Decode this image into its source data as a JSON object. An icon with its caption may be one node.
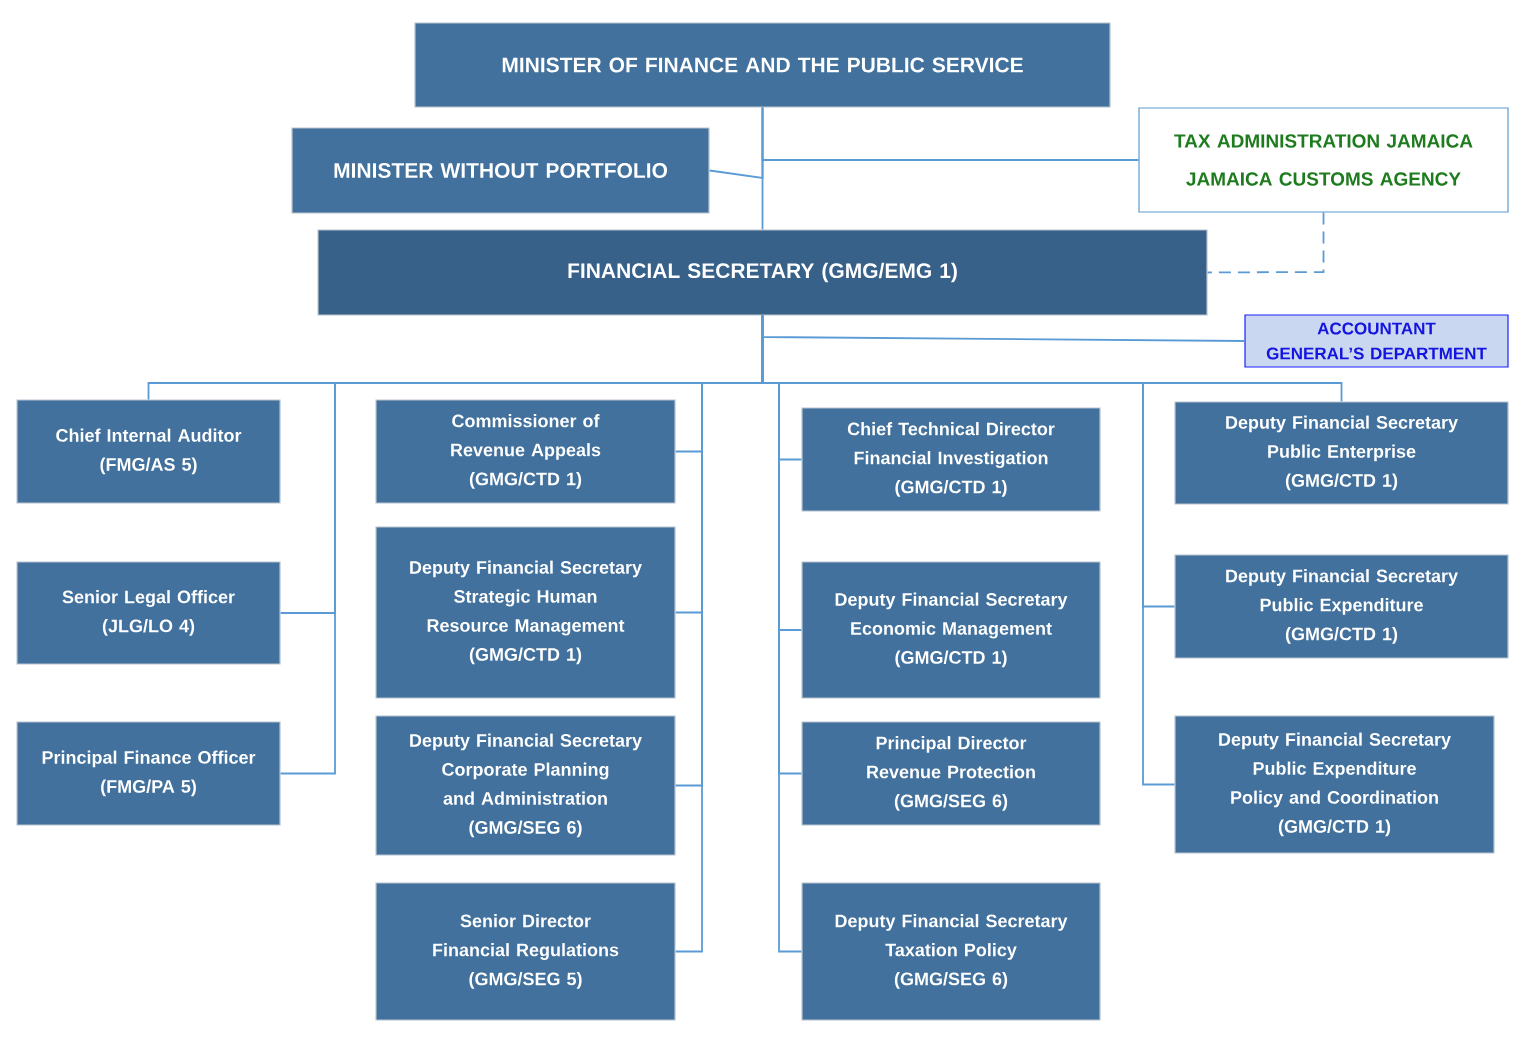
{
  "diagram": {
    "nodes": [
      {
        "text": [
          "MINISTER OF FINANCE AND THE PUBLIC SERVICE"
        ]
      },
      {
        "text": [
          "MINISTER WITHOUT PORTFOLIO"
        ]
      },
      {
        "text": [
          "TAX ADMINISTRATION JAMAICA",
          "JAMAICA CUSTOMS AGENCY"
        ]
      },
      {
        "text": [
          "FINANCIAL SECRETARY (GMG/EMG 1)"
        ]
      },
      {
        "text": [
          "ACCOUNTANT GENERAL’S DEPARTMENT"
        ]
      },
      {
        "text": [
          "Chief Internal Auditor",
          "(FMG/AS 5)"
        ]
      },
      {
        "text": [
          "Senior Legal Officer",
          "(JLG/LO 4)"
        ]
      },
      {
        "text": [
          "Principal Finance Officer",
          "(FMG/PA 5)"
        ]
      },
      {
        "text": [
          "Commissioner of Revenue Appeals",
          "(GMG/CTD 1)"
        ]
      },
      {
        "text": [
          "Deputy Financial Secretary",
          "Strategic Human Resource Management",
          "(GMG/CTD 1)"
        ]
      },
      {
        "text": [
          "Deputy Financial Secretary",
          "Corporate Planning and Administration",
          "(GMG/SEG 6)"
        ]
      },
      {
        "text": [
          "Senior Director",
          "Financial Regulations",
          "(GMG/SEG 5)"
        ]
      },
      {
        "text": [
          "Chief Technical Director",
          "Financial Investigation",
          "(GMG/CTD 1)"
        ]
      },
      {
        "text": [
          "Deputy Financial Secretary",
          "Economic Management",
          "(GMG/CTD 1)"
        ]
      },
      {
        "text": [
          "Principal Director",
          "Revenue Protection",
          "(GMG/SEG 6)"
        ]
      },
      {
        "text": [
          "Deputy Financial Secretary",
          "Taxation Policy",
          "(GMG/SEG 6)"
        ]
      },
      {
        "text": [
          "Deputy Financial Secretary",
          "Public Enterprise",
          "(GMG/CTD 1)"
        ]
      },
      {
        "text": [
          "Deputy Financial Secretary",
          "Public Expenditure",
          "(GMG/CTD 1)"
        ]
      },
      {
        "text": [
          "Deputy Financial Secretary",
          "Public Expenditure Policy and Coordination",
          "(GMG/CTD 1)"
        ]
      }
    ],
    "edges": [
      {
        "from": 0,
        "to": 3,
        "arrow": "none"
      },
      {
        "from": 0,
        "to": 1,
        "arrow": "none"
      },
      {
        "from": 0,
        "to": 2,
        "arrow": "none"
      },
      {
        "from": 2,
        "to": 3,
        "arrow": "none",
        "style": "dashed"
      },
      {
        "from": 3,
        "to": 4,
        "arrow": "none"
      },
      {
        "from": 3,
        "to": 5,
        "arrow": "none"
      },
      {
        "from": 3,
        "to": 6,
        "arrow": "none"
      },
      {
        "from": 3,
        "to": 7,
        "arrow": "none"
      },
      {
        "from": 3,
        "to": 8,
        "arrow": "none"
      },
      {
        "from": 3,
        "to": 9,
        "arrow": "none"
      },
      {
        "from": 3,
        "to": 10,
        "arrow": "none"
      },
      {
        "from": 3,
        "to": 11,
        "arrow": "none"
      },
      {
        "from": 3,
        "to": 12,
        "arrow": "none"
      },
      {
        "from": 3,
        "to": 13,
        "arrow": "none"
      },
      {
        "from": 3,
        "to": 14,
        "arrow": "none"
      },
      {
        "from": 3,
        "to": 15,
        "arrow": "none"
      },
      {
        "from": 3,
        "to": 16,
        "arrow": "none"
      },
      {
        "from": 3,
        "to": 17,
        "arrow": "none"
      },
      {
        "from": 3,
        "to": 18,
        "arrow": "none"
      }
    ]
  }
}
